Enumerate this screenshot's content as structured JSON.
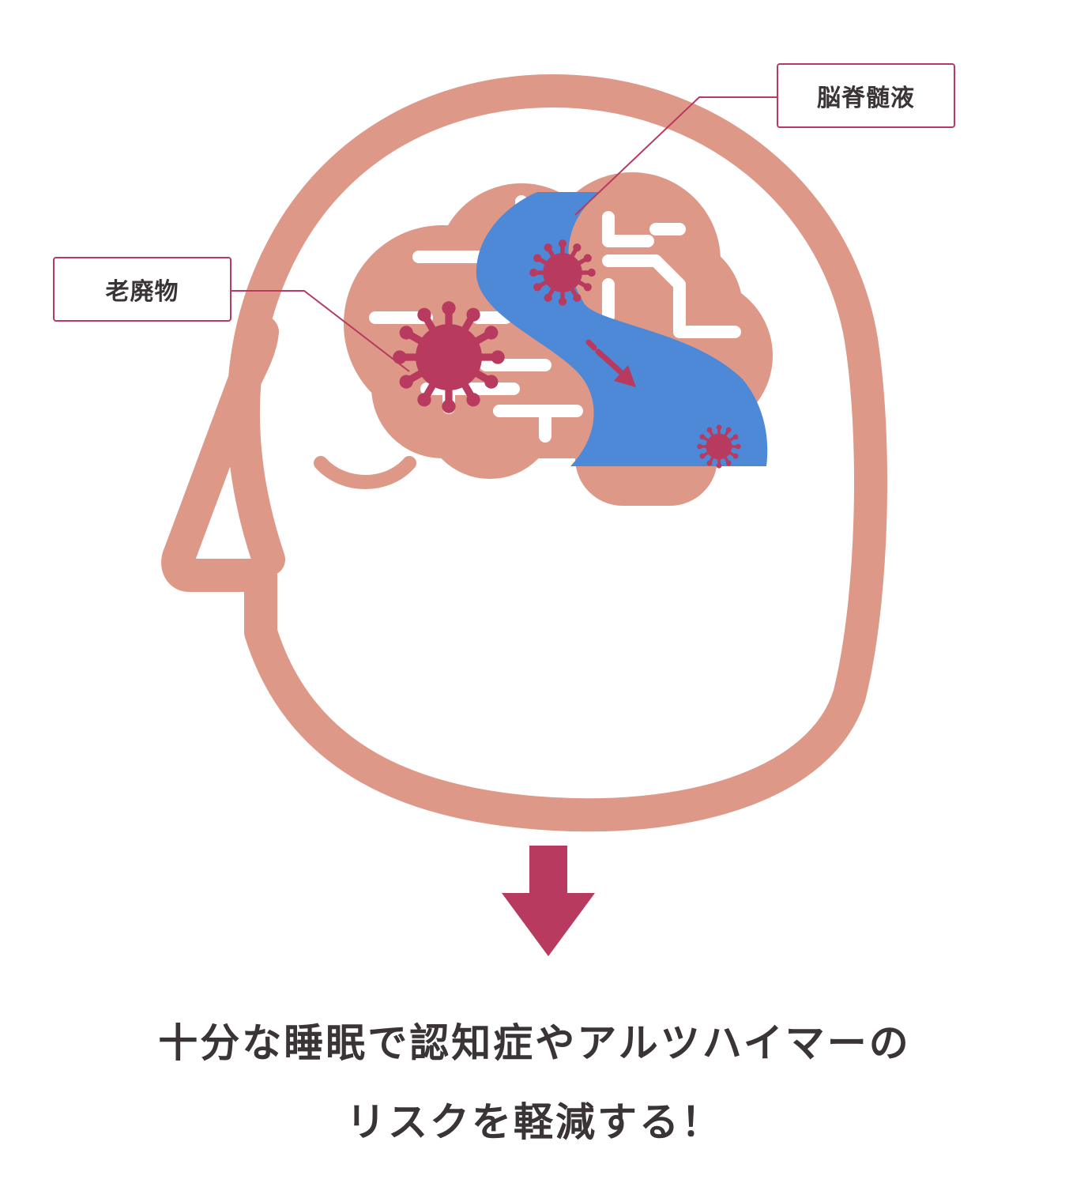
{
  "labels": {
    "cerebrospinal_fluid": "脳脊髄液",
    "waste_products": "老廃物"
  },
  "message": {
    "line1": "十分な睡眠で認知症やアルツハイマーの",
    "line2": "リスクを軽減する！"
  },
  "colors": {
    "head": "#dd9888",
    "brain": "#dd9888",
    "csf_flow": "#4d89d6",
    "waste": "#b83a5e",
    "accent": "#b83a5e",
    "text": "#3a3436",
    "background": "#ffffff"
  }
}
